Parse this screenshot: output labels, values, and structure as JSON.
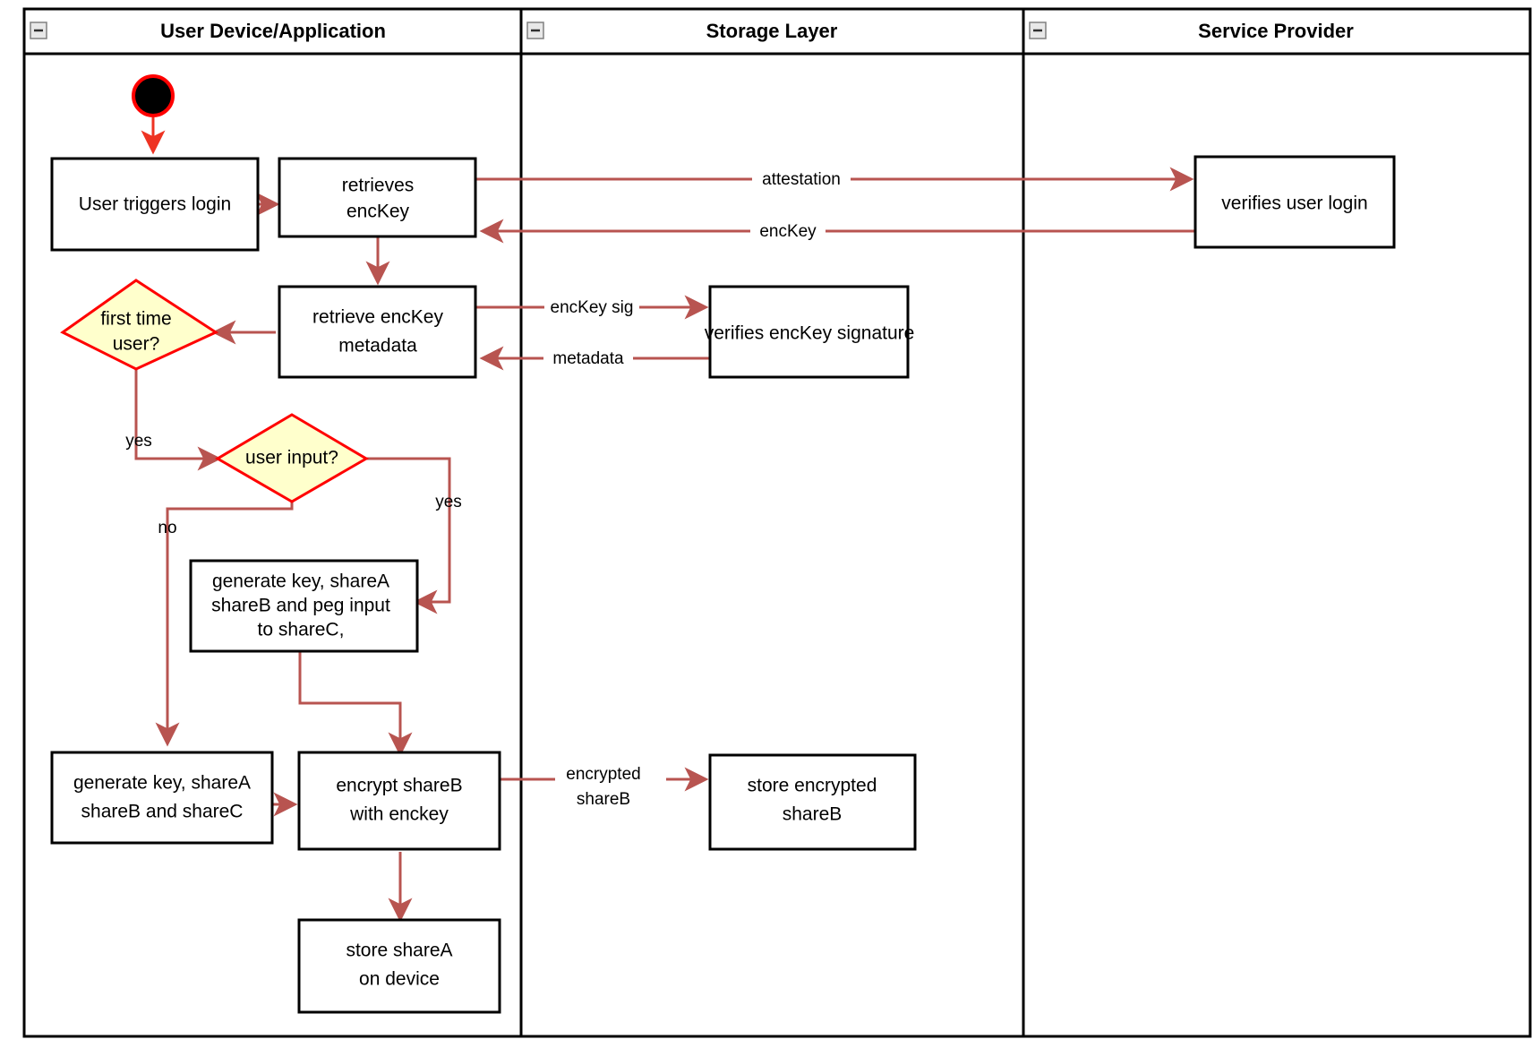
{
  "diagram": {
    "title": "Login and key-share provisioning activity diagram",
    "colors": {
      "edge": "#b85450",
      "start_edge": "#ee3322",
      "decision_fill": "#ffffcc",
      "decision_stroke": "#ff0000",
      "box_fill": "#ffffff",
      "box_stroke": "#000000",
      "lane_stroke": "#000000",
      "collapse_icon_fill": "#e8e8e8"
    },
    "lanes": [
      {
        "id": "lane-user-device",
        "label": "User Device/Application",
        "collapse_icon": "minus-box-icon"
      },
      {
        "id": "lane-storage",
        "label": "Storage Layer",
        "collapse_icon": "minus-box-icon"
      },
      {
        "id": "lane-service-provider",
        "label": "Service Provider",
        "collapse_icon": "minus-box-icon"
      }
    ],
    "nodes": [
      {
        "id": "start",
        "type": "start",
        "label": ""
      },
      {
        "id": "user-triggers-login",
        "type": "action",
        "lines": [
          "User triggers login"
        ]
      },
      {
        "id": "retrieves-enckey",
        "type": "action",
        "lines": [
          "retrieves",
          "encKey"
        ]
      },
      {
        "id": "verifies-user-login",
        "type": "action",
        "lines": [
          "verifies user login"
        ]
      },
      {
        "id": "retrieve-enckey-metadata",
        "type": "action",
        "lines": [
          "retrieve encKey",
          "metadata"
        ]
      },
      {
        "id": "verifies-enckey-signature",
        "type": "action",
        "lines": [
          "verifies encKey signature"
        ]
      },
      {
        "id": "first-time-user",
        "type": "decision",
        "lines": [
          "first time",
          "user?"
        ]
      },
      {
        "id": "user-input",
        "type": "decision",
        "lines": [
          "user input?"
        ]
      },
      {
        "id": "generate-key-peg",
        "type": "action",
        "lines": [
          "generate key, shareA",
          "shareB and peg input",
          "to shareC,"
        ]
      },
      {
        "id": "generate-key-sharec",
        "type": "action",
        "lines": [
          "generate key, shareA",
          "shareB and shareC"
        ]
      },
      {
        "id": "encrypt-shareb",
        "type": "action",
        "lines": [
          "encrypt shareB",
          "with enckey"
        ]
      },
      {
        "id": "store-encrypted-shareb",
        "type": "action",
        "lines": [
          "store encrypted",
          "shareB"
        ]
      },
      {
        "id": "store-sharea",
        "type": "action",
        "lines": [
          "store shareA",
          "on device"
        ]
      }
    ],
    "edge_labels": [
      {
        "id": "label-attestation",
        "lines": [
          "attestation"
        ]
      },
      {
        "id": "label-enckey",
        "lines": [
          "encKey"
        ]
      },
      {
        "id": "label-enckey-sig",
        "lines": [
          "encKey sig"
        ]
      },
      {
        "id": "label-metadata",
        "lines": [
          "metadata"
        ]
      },
      {
        "id": "label-yes-first-time",
        "lines": [
          "yes"
        ]
      },
      {
        "id": "label-yes-user-input",
        "lines": [
          "yes"
        ]
      },
      {
        "id": "label-no-user-input",
        "lines": [
          "no"
        ]
      },
      {
        "id": "label-encrypted-shareb",
        "lines": [
          "encrypted",
          "shareB"
        ]
      }
    ]
  }
}
